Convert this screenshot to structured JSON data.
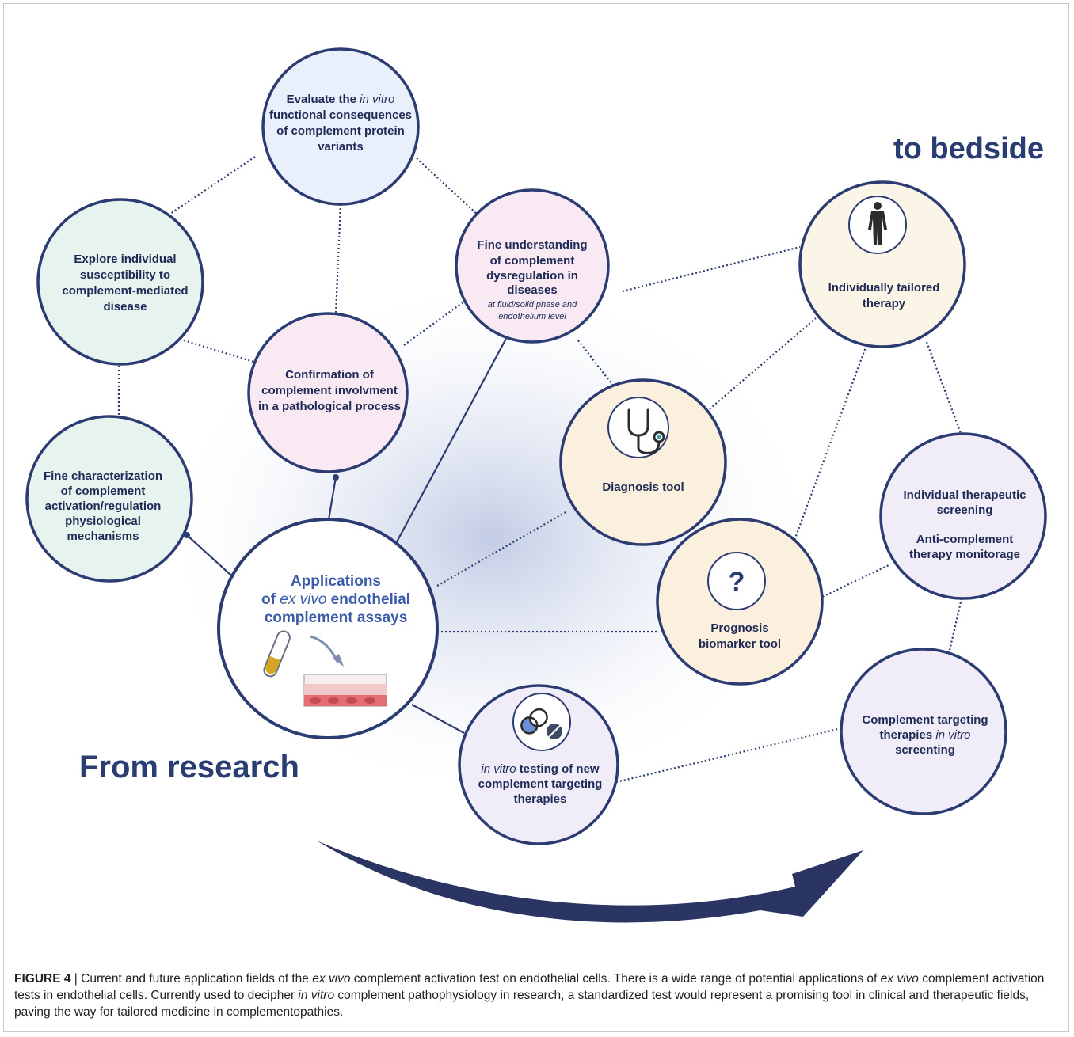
{
  "headings": {
    "to_bedside": "to bedside",
    "from_research": "From research"
  },
  "nodes": {
    "evaluate": {
      "l1a": "Evaluate the ",
      "l1b": "in vitro",
      "l2": "functional consequences",
      "l3": "of complement protein",
      "l4": "variants"
    },
    "explore": {
      "l1": "Explore individual",
      "l2": "susceptibility to",
      "l3": "complement-mediated",
      "l4": "disease"
    },
    "fine_understanding": {
      "l1": "Fine understanding",
      "l2": "of  complement",
      "l3": "dysregulation in",
      "l4": "diseases",
      "s1": "at fluid/solid phase and",
      "s2": "endothelium level"
    },
    "confirmation": {
      "l1": "Confirmation of",
      "l2": "complement involvment",
      "l3": "in a pathological process"
    },
    "fine_characterization": {
      "l1": "Fine characterization",
      "l2": "of complement",
      "l3": "activation/regulation",
      "l4": "physiological",
      "l5": "mechanisms"
    },
    "applications": {
      "l1": "Applications",
      "l2a": "of ",
      "l2b": "ex vivo",
      "l2c": " endothelial",
      "l3": "complement assays"
    },
    "individually_tailored": {
      "l1": "Individually tailored",
      "l2": "therapy"
    },
    "diagnosis": {
      "l1": "Diagnosis tool"
    },
    "individual_screening": {
      "l1": "Individual therapeutic",
      "l2": "screening",
      "l3": "Anti-complement",
      "l4": "therapy monitorage"
    },
    "prognosis": {
      "l1": "Prognosis",
      "l2": "biomarker tool",
      "glyph": "?"
    },
    "in_vitro_testing": {
      "l1a": "in vitro",
      "l1b": " testing of new",
      "l2": "complement targeting",
      "l3": "therapies"
    },
    "targeting_screening": {
      "l1": "Complement targeting",
      "l2a": "therapies ",
      "l2b": "in vitro",
      "l3": "screenting"
    }
  },
  "caption": {
    "label": "FIGURE 4",
    "sep": " | ",
    "t1": "Current and future application fields of the ",
    "i1": "ex vivo",
    "t2": " complement activation test on endothelial cells. There is a wide range of potential applications of ",
    "i2": "ex vivo",
    "t3": " complement activation tests in endothelial cells. Currently used to decipher ",
    "i3": "in vitro",
    "t4": " complement pathophysiology in research, a standardized test would represent a promising tool in clinical and therapeutic fields, paving the way for tailored medicine in complementopathies."
  },
  "colors": {
    "ink": "#1e2a55",
    "border": "#2c3c73",
    "blue_fill": "#e9effb",
    "green_fill": "#e7f3ef",
    "pink_fill": "#f8e9f3",
    "peach_fill": "#fbefdd",
    "lavender_fill": "#f0ecf8"
  }
}
